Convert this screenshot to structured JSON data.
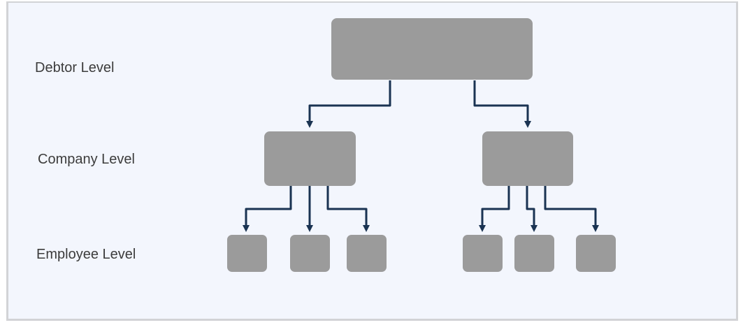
{
  "levels": {
    "debtor": "Debtor Level",
    "company": "Company Level",
    "employee": "Employee Level"
  },
  "colors": {
    "background": "#f3f6fd",
    "border": "#d2d3d6",
    "node": "#9b9b9b",
    "connector": "#1a3352",
    "label_text": "#3c3c3c"
  }
}
